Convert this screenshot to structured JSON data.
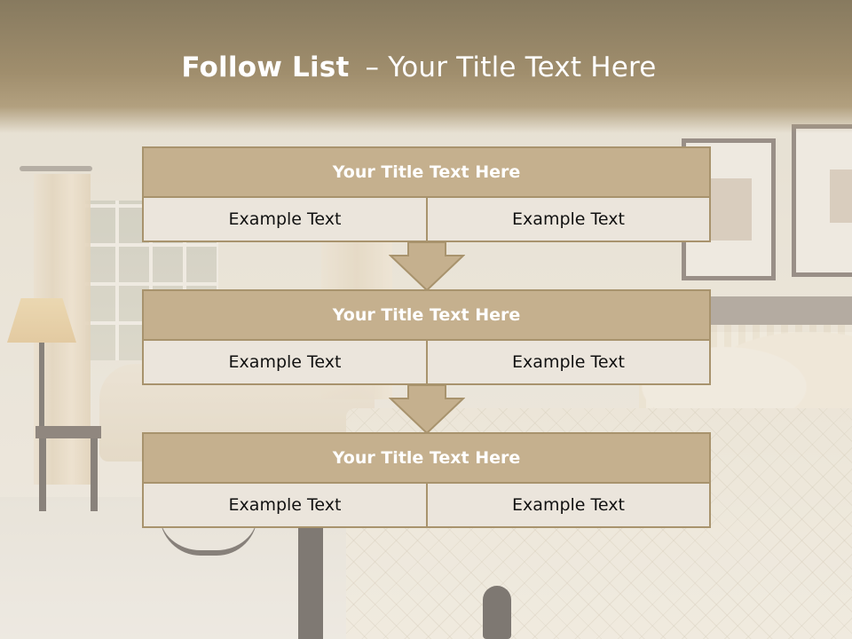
{
  "slide": {
    "title_bold": "Follow List",
    "title_dash": "–",
    "title_rest": "Your Title Text Here"
  },
  "flow": [
    {
      "title": "Your Title Text Here",
      "left": "Example Text",
      "right": "Example Text"
    },
    {
      "title": "Your Title Text Here",
      "left": "Example Text",
      "right": "Example Text"
    },
    {
      "title": "Your Title Text Here",
      "left": "Example Text",
      "right": "Example Text"
    }
  ],
  "colors": {
    "title_band": "#a08e6d",
    "block_title_fill": "#c5b08e",
    "block_border": "#a8936d",
    "cell_fill": "#ebe5dc",
    "arrow_fill": "#c5b08e"
  },
  "icons": {
    "connector": "down-arrow-icon"
  }
}
